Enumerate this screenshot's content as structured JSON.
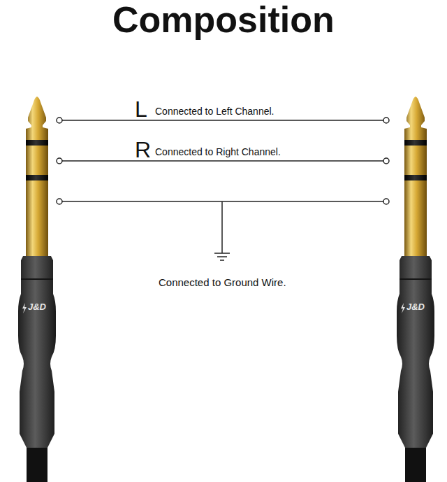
{
  "diagram": {
    "title": "Composition",
    "labels": [
      "L",
      "Connected to Left Channel.",
      "R",
      "Connected to Right Channel.",
      "Connected to Ground Wire.",
      "J&D",
      "J&D"
    ]
  }
}
